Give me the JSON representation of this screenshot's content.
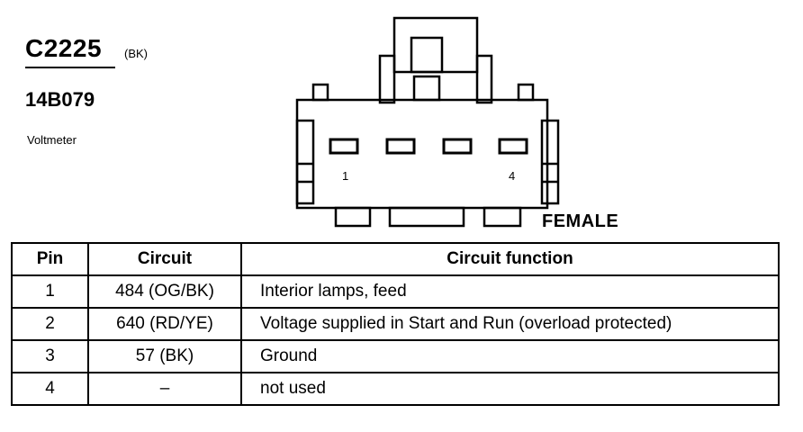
{
  "connector": {
    "id": "C2225",
    "color": "(BK)",
    "part_number": "14B079",
    "component": "Voltmeter",
    "gender": "FEMALE",
    "pin_labels": {
      "first": "1",
      "last": "4"
    }
  },
  "table": {
    "headers": {
      "pin": "Pin",
      "circuit": "Circuit",
      "function": "Circuit function"
    },
    "rows": [
      {
        "pin": "1",
        "circuit": "484 (OG/BK)",
        "function": "Interior lamps, feed"
      },
      {
        "pin": "2",
        "circuit": "640 (RD/YE)",
        "function": "Voltage supplied in Start and Run (overload protected)"
      },
      {
        "pin": "3",
        "circuit": "57 (BK)",
        "function": "Ground"
      },
      {
        "pin": "4",
        "circuit": "–",
        "function": "not used"
      }
    ]
  }
}
